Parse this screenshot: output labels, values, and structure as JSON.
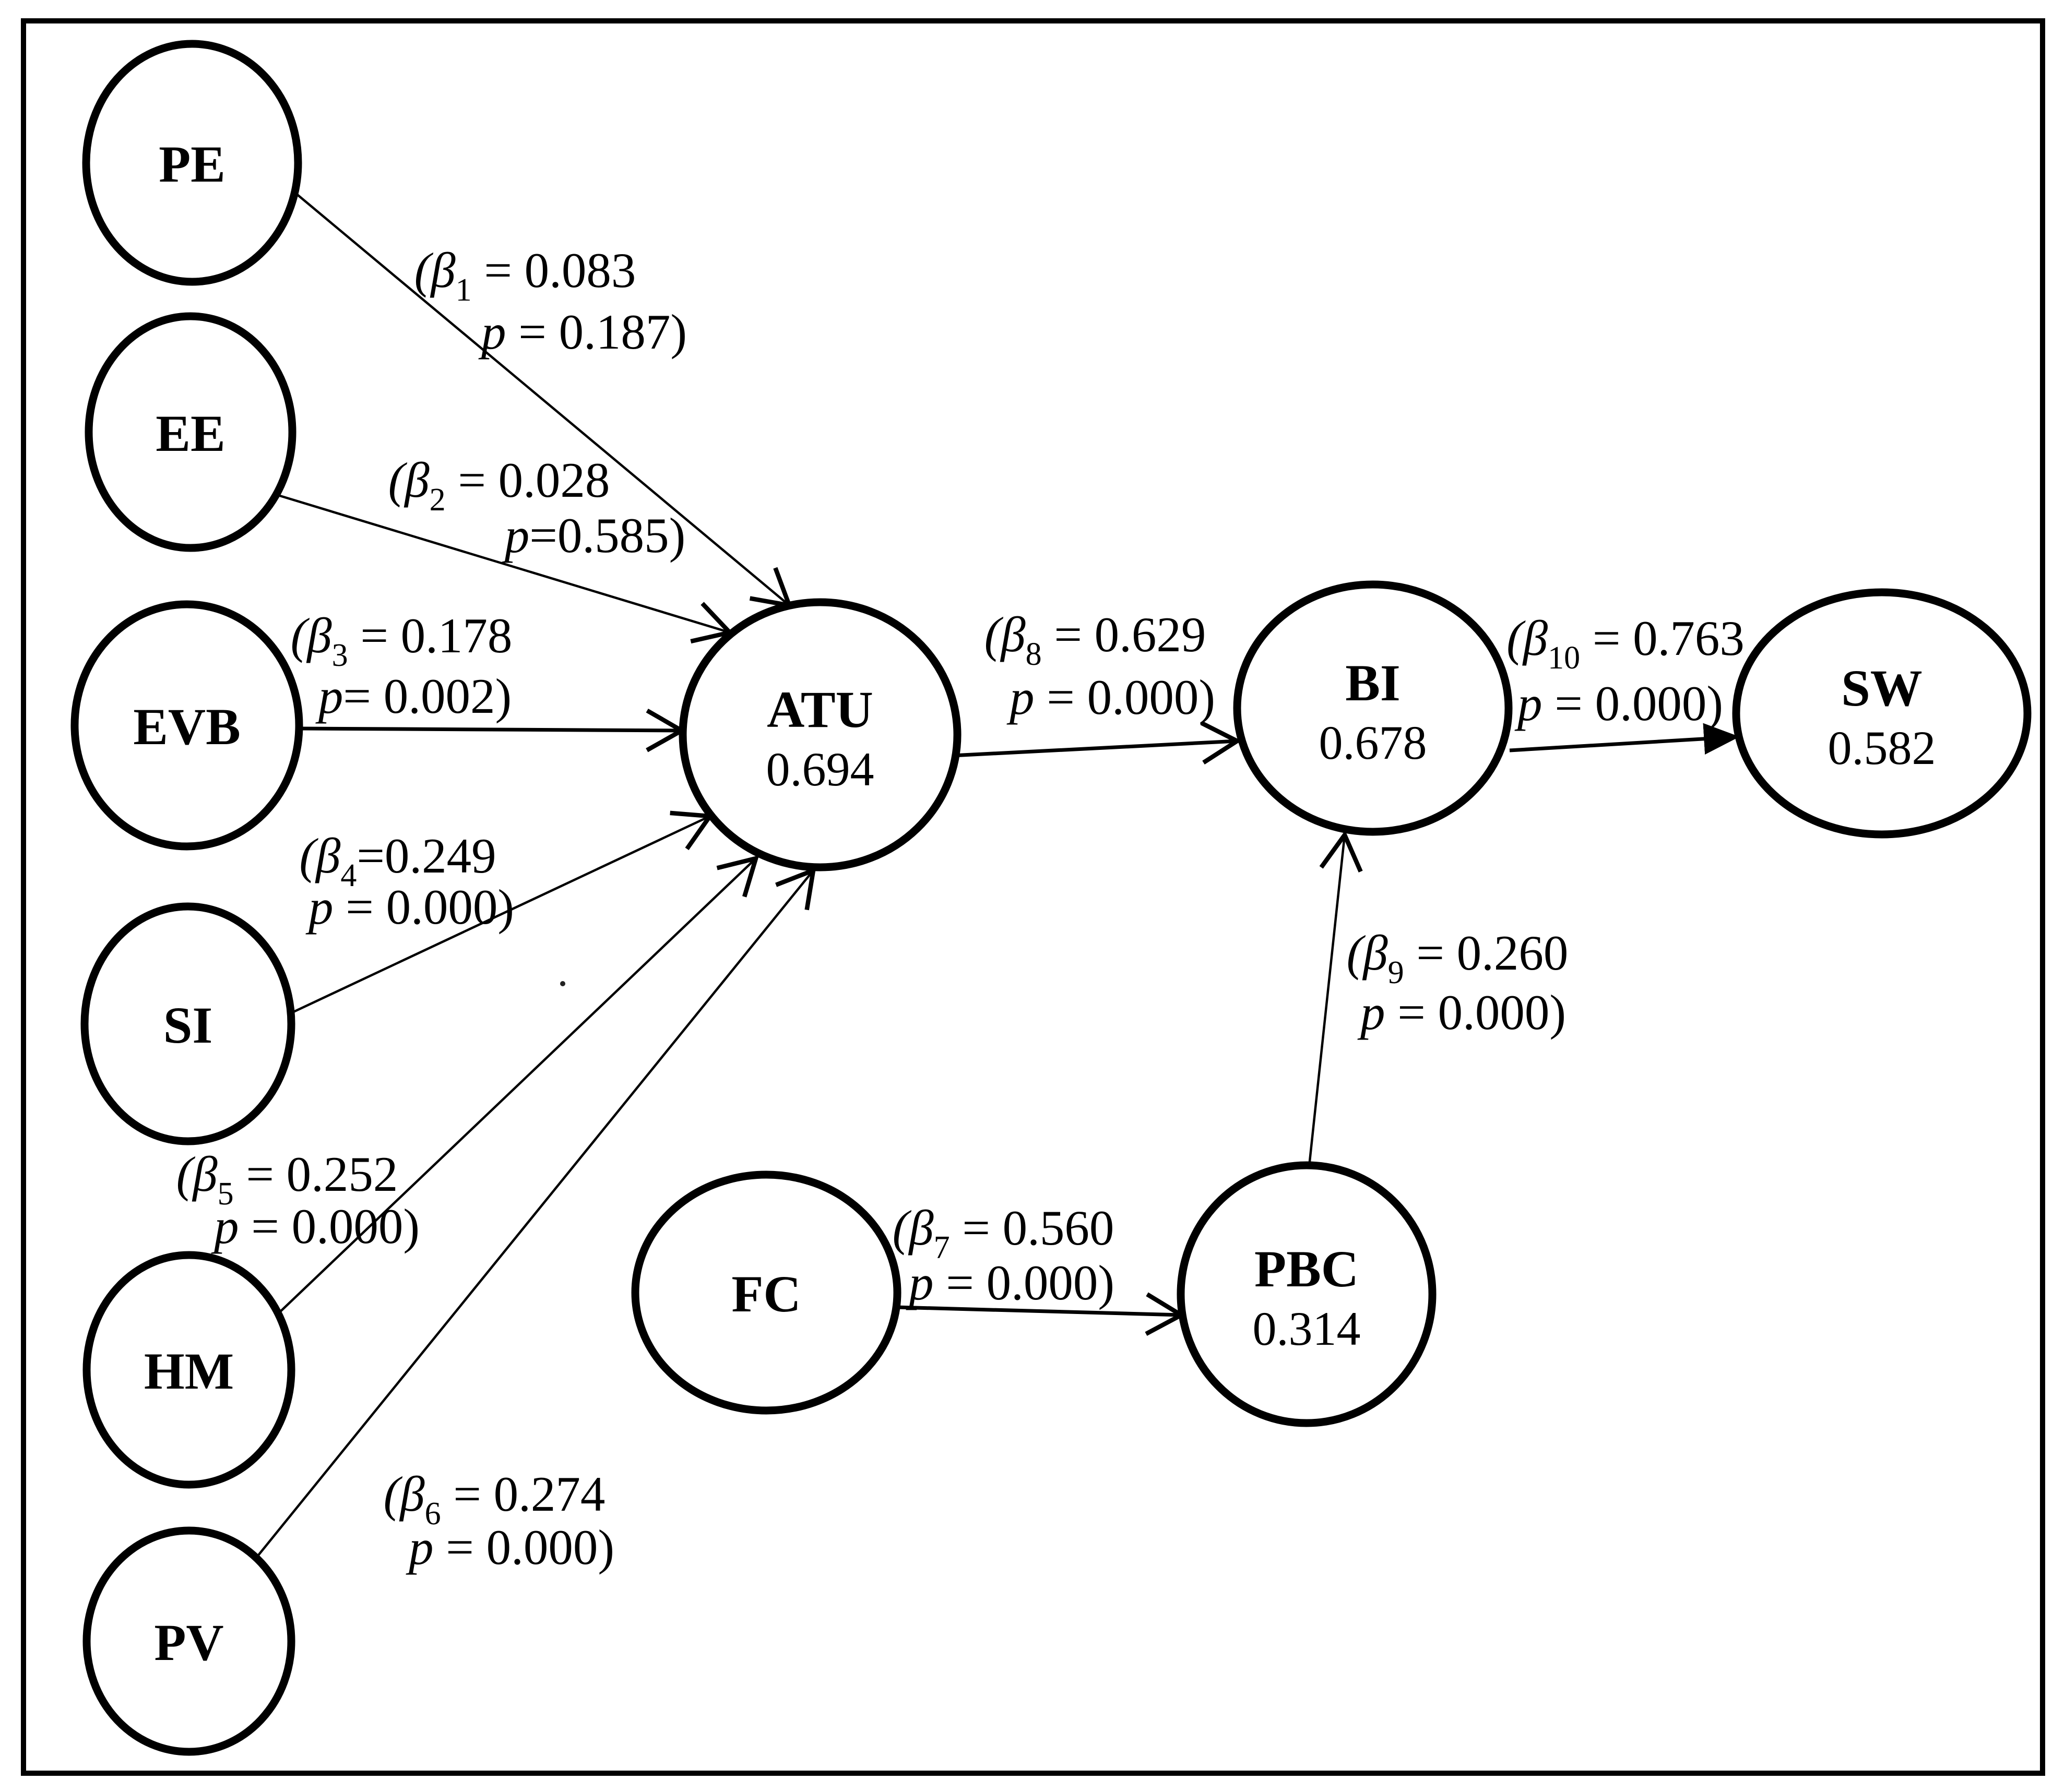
{
  "nodes": {
    "pe": {
      "label": "PE"
    },
    "ee": {
      "label": "EE"
    },
    "evb": {
      "label": "EVB"
    },
    "si": {
      "label": "SI"
    },
    "hm": {
      "label": "HM"
    },
    "pv": {
      "label": "PV"
    },
    "fc": {
      "label": "FC"
    },
    "atu": {
      "label": "ATU",
      "value": "0.694"
    },
    "bi": {
      "label": "BI",
      "value": "0.678"
    },
    "sw": {
      "label": "SW",
      "value": "0.582"
    },
    "pbc": {
      "label": "PBC",
      "value": "0.314"
    }
  },
  "edges": {
    "beta1": {
      "from": "PE",
      "to": "ATU",
      "beta": "(β",
      "sub": "1",
      "coef": " = 0.083",
      "p": "p",
      "pval": " = 0.187)"
    },
    "beta2": {
      "from": "EE",
      "to": "ATU",
      "beta": "(β",
      "sub": "2",
      "coef": " = 0.028",
      "p": "p",
      "pval": "=0.585)"
    },
    "beta3": {
      "from": "EVB",
      "to": "ATU",
      "beta": "(β",
      "sub": "3",
      "coef": " = 0.178",
      "p": "p",
      "pval": "= 0.002)"
    },
    "beta4": {
      "from": "SI",
      "to": "ATU",
      "beta": "(β",
      "sub": "4",
      "coef": "=0.249",
      "p": "p",
      "pval": " = 0.000)"
    },
    "beta5": {
      "from": "HM",
      "to": "ATU",
      "beta": "(β",
      "sub": "5",
      "coef": " = 0.252",
      "p": "p",
      "pval": " = 0.000)"
    },
    "beta6": {
      "from": "PV",
      "to": "ATU",
      "beta": "(β",
      "sub": "6",
      "coef": " = 0.274",
      "p": "p",
      "pval": " = 0.000)"
    },
    "beta7": {
      "from": "FC",
      "to": "PBC",
      "beta": "(β",
      "sub": "7",
      "coef": " = 0.560",
      "p": "p",
      "pval": " = 0.000)"
    },
    "beta8": {
      "from": "ATU",
      "to": "BI",
      "beta": "(β",
      "sub": "8",
      "coef": " = 0.629",
      "p": "p",
      "pval": " = 0.000)"
    },
    "beta9": {
      "from": "PBC",
      "to": "BI",
      "beta": "(β",
      "sub": "9",
      "coef": " = 0.260",
      "p": "p",
      "pval": " = 0.000)"
    },
    "beta10": {
      "from": "BI",
      "to": "SW",
      "beta": "(β",
      "sub": "10",
      "coef": " = 0.763",
      "p": "p",
      "pval": " = 0.000)"
    }
  },
  "colors": {
    "ink": "#000000",
    "background": "#ffffff"
  }
}
